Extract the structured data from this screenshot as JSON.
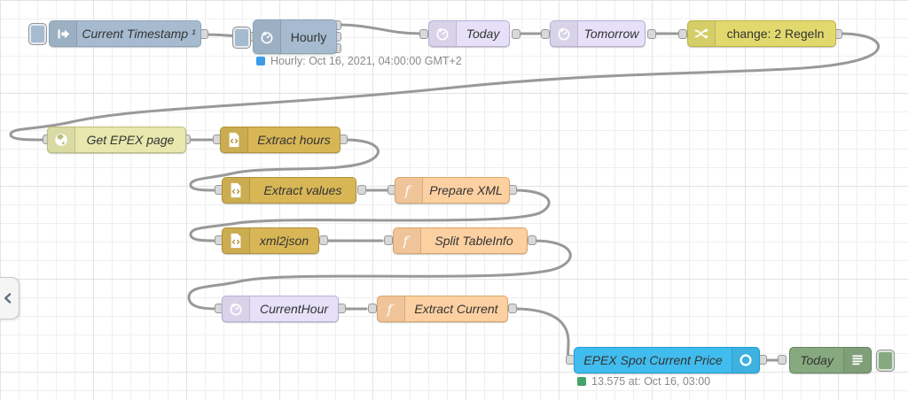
{
  "app": {
    "name": "Node-RED flow editor canvas"
  },
  "colors": {
    "inject": "#a6bbcf",
    "inject-border": "#8da4ba",
    "delay": "#e6e0f8",
    "delay-border": "#b7aed6",
    "change": "#e2d96e",
    "change-border": "#beb342",
    "http": "#e7e7ae",
    "http-border": "#bcbc7c",
    "html": "#d8b656",
    "html-border": "#b1913a",
    "func": "#fdd0a2",
    "func-border": "#d9a768",
    "epex": "#41bcee",
    "epex-border": "#1d9fd6",
    "debug": "#87a980",
    "debug-border": "#65855e",
    "wire": "#999999",
    "port-fill": "#d9d9d9",
    "port-border": "#999999",
    "label": "#333333",
    "status-text": "#8a8a8a",
    "status-blue": "#3c9ce8",
    "status-green": "#43a268",
    "grid-minor": "#efefef",
    "grid-major": "#e3e3e3"
  },
  "sidebar_toggle": {
    "icon": "chevron-left-icon"
  },
  "nodes": {
    "current_timestamp": {
      "label": "Current Timestamp ¹",
      "icon": "inject-arrow-icon",
      "fill": "#a6bbcf"
    },
    "hourly": {
      "label": "Hourly",
      "icon": "timer-icon",
      "fill": "#a6bbcf",
      "status_text": "Hourly: Oct 16, 2021, 04:00:00 GMT+2",
      "status_color": "#3c9ce8",
      "outputs": 3
    },
    "today_delay": {
      "label": "Today",
      "icon": "timer-icon",
      "fill": "#e6e0f8"
    },
    "tomorrow": {
      "label": "Tomorrow",
      "icon": "timer-icon",
      "fill": "#e6e0f8"
    },
    "change": {
      "label": "change: 2 Regeln",
      "icon": "shuffle-icon",
      "fill": "#e2d96e"
    },
    "get_epex": {
      "label": "Get EPEX page",
      "icon": "globe-icon",
      "fill": "#e7e7ae"
    },
    "extract_hours": {
      "label": "Extract hours",
      "icon": "code-file-icon",
      "fill": "#d8b656"
    },
    "extract_values": {
      "label": "Extract values",
      "icon": "code-file-icon",
      "fill": "#d8b656"
    },
    "prepare_xml": {
      "label": "Prepare XML",
      "icon": "function-icon",
      "fill": "#fdd0a2"
    },
    "xml2json": {
      "label": "xml2json",
      "icon": "code-file-icon",
      "fill": "#d8b656"
    },
    "split_tableinfo": {
      "label": "Split TableInfo",
      "icon": "function-icon",
      "fill": "#fdd0a2"
    },
    "current_hour": {
      "label": "CurrentHour",
      "icon": "timer-icon",
      "fill": "#e6e0f8"
    },
    "extract_current": {
      "label": "Extract Current",
      "icon": "function-icon",
      "fill": "#fdd0a2"
    },
    "epex_spot": {
      "label": "EPEX Spot Current Price",
      "icon": "ring-icon",
      "fill": "#41bcee",
      "status_text": "13.575 at: Oct 16, 03:00",
      "status_color": "#43a268"
    },
    "today_debug": {
      "label": "Today",
      "icon": "debug-list-icon",
      "fill": "#87a980"
    }
  }
}
